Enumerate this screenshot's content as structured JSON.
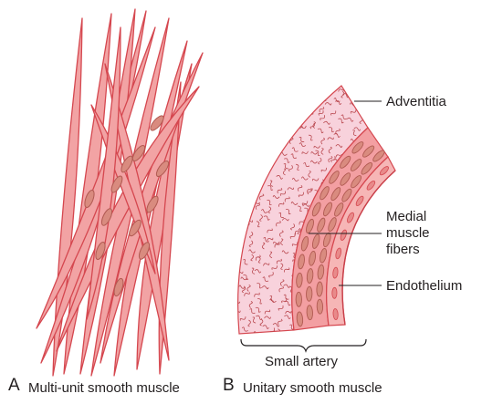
{
  "labels": {
    "adventitia": "Adventitia",
    "medial_line1": "Medial",
    "medial_line2": "muscle",
    "medial_line3": "fibers",
    "endothelium": "Endothelium",
    "small_artery": "Small artery"
  },
  "panels": [
    {
      "letter": "A",
      "caption": "Multi-unit smooth muscle"
    },
    {
      "letter": "B",
      "caption": "Unitary smooth muscle"
    }
  ],
  "colors": {
    "fiber_fill": "#f2a3a4",
    "fiber_stroke": "#d5474f",
    "nucleus_fill": "#d98b7f",
    "nucleus_stroke": "#b15a52",
    "adventitia_fill": "#f8d2dc",
    "adventitia_squiggle": "#b9484f",
    "endothelium_fill": "#f6b6b6",
    "leader_line": "#231f20"
  }
}
